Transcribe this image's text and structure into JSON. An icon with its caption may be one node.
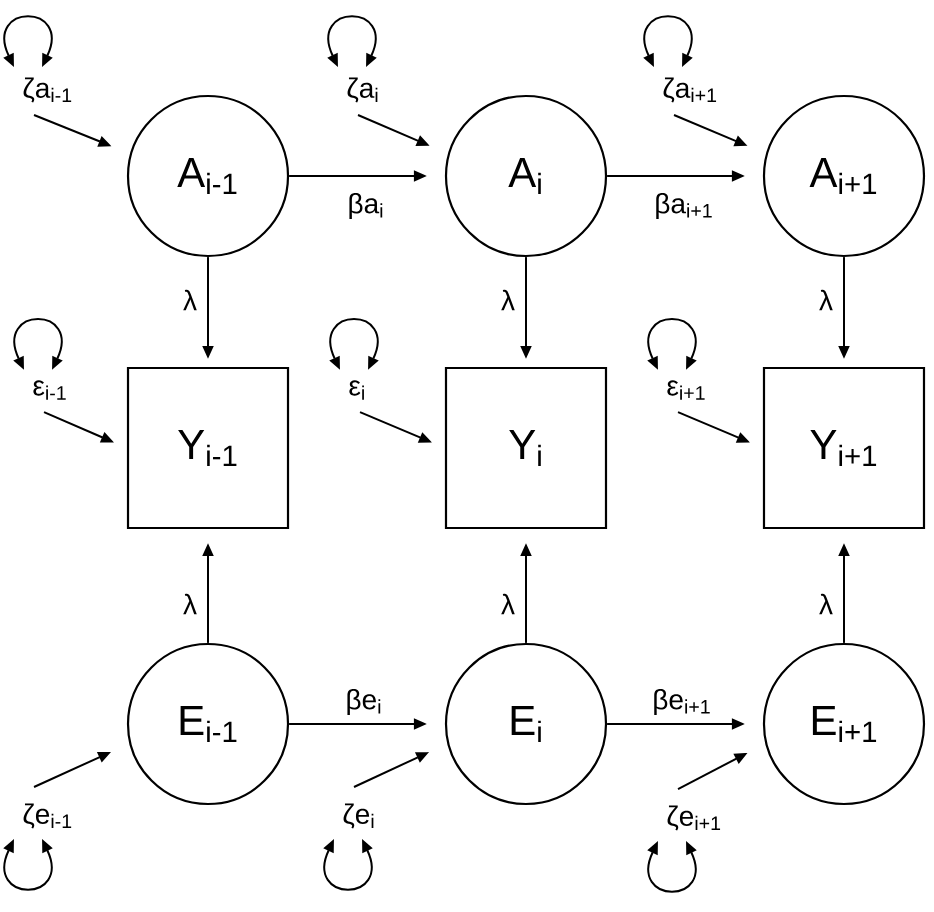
{
  "diagram": {
    "nodes": [
      {
        "text": [
          "ζa$_{i-1}$"
        ]
      },
      {
        "text": [
          "ζa$_{i}$"
        ]
      },
      {
        "text": [
          "ζa$_{i+1}$"
        ]
      },
      {
        "text": [
          "A$_{i-1}$"
        ]
      },
      {
        "text": [
          "A$_{i}$"
        ]
      },
      {
        "text": [
          "A$_{i+1}$"
        ]
      },
      {
        "text": [
          "ε$_{i-1}$"
        ]
      },
      {
        "text": [
          "ε$_{i}$"
        ]
      },
      {
        "text": [
          "ε$_{i+1}$"
        ]
      },
      {
        "text": [
          "Y$_{i-1}$"
        ]
      },
      {
        "text": [
          "Y$_{i}$"
        ]
      },
      {
        "text": [
          "Y$_{i+1}$"
        ]
      },
      {
        "text": [
          "E$_{i-1}$"
        ]
      },
      {
        "text": [
          "E$_{i}$"
        ]
      },
      {
        "text": [
          "E$_{i+1}$"
        ]
      },
      {
        "text": [
          "ζe$_{i-1}$"
        ]
      },
      {
        "text": [
          "ζe$_{i}$"
        ]
      },
      {
        "text": [
          "ζe$_{i+1}$"
        ]
      }
    ],
    "edges": [
      {
        "from": 0,
        "to": 0,
        "arrow": "both"
      },
      {
        "from": 0,
        "to": 3,
        "arrow": "to"
      },
      {
        "from": 1,
        "to": 1,
        "arrow": "both"
      },
      {
        "from": 1,
        "to": 4,
        "arrow": "to"
      },
      {
        "from": 2,
        "to": 2,
        "arrow": "both"
      },
      {
        "from": 2,
        "to": 5,
        "arrow": "to"
      },
      {
        "from": 3,
        "to": 4,
        "arrow": "to",
        "label": "βa$_{i}$"
      },
      {
        "from": 4,
        "to": 5,
        "arrow": "to",
        "label": "βa$_{i+1}$"
      },
      {
        "from": 3,
        "to": 9,
        "arrow": "to",
        "label": "λ"
      },
      {
        "from": 4,
        "to": 10,
        "arrow": "to",
        "label": "λ"
      },
      {
        "from": 5,
        "to": 11,
        "arrow": "to",
        "label": "λ"
      },
      {
        "from": 6,
        "to": 6,
        "arrow": "both"
      },
      {
        "from": 6,
        "to": 9,
        "arrow": "to"
      },
      {
        "from": 7,
        "to": 7,
        "arrow": "both"
      },
      {
        "from": 7,
        "to": 10,
        "arrow": "to"
      },
      {
        "from": 8,
        "to": 8,
        "arrow": "both"
      },
      {
        "from": 8,
        "to": 11,
        "arrow": "to"
      },
      {
        "from": 12,
        "to": 9,
        "arrow": "to",
        "label": "λ"
      },
      {
        "from": 13,
        "to": 10,
        "arrow": "to",
        "label": "λ"
      },
      {
        "from": 14,
        "to": 11,
        "arrow": "to",
        "label": "λ"
      },
      {
        "from": 12,
        "to": 13,
        "arrow": "to",
        "label": "βe$_{i}$"
      },
      {
        "from": 13,
        "to": 14,
        "arrow": "to",
        "label": "βe$_{i+1}$"
      },
      {
        "from": 15,
        "to": 15,
        "arrow": "both"
      },
      {
        "from": 15,
        "to": 12,
        "arrow": "to"
      },
      {
        "from": 16,
        "to": 16,
        "arrow": "both"
      },
      {
        "from": 16,
        "to": 13,
        "arrow": "to"
      },
      {
        "from": 17,
        "to": 17,
        "arrow": "both"
      },
      {
        "from": 17,
        "to": 14,
        "arrow": "to"
      }
    ]
  }
}
